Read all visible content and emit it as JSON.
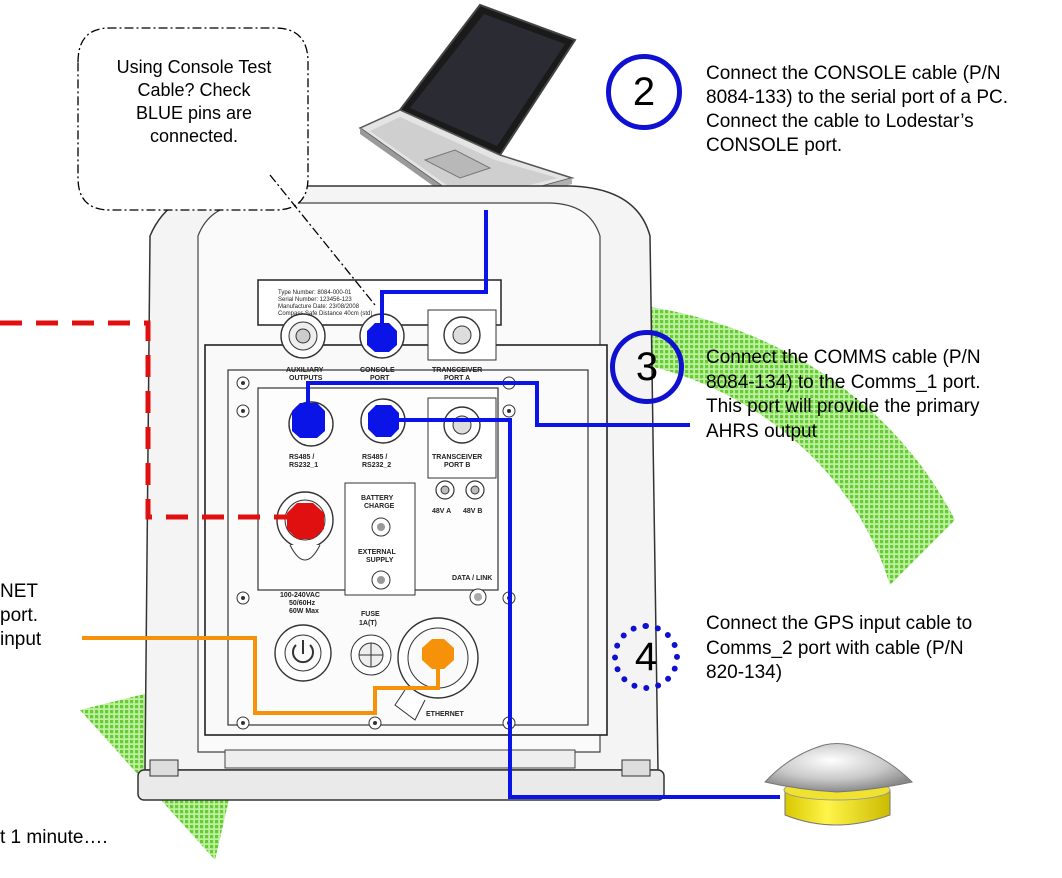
{
  "colors": {
    "arrow_green": "#66cc33",
    "cable_blue": "#0a14e6",
    "cable_red": "#e01010",
    "cable_orange": "#f5920a",
    "sensor_yellow": "#f5e600",
    "step_ring_blue": "#1010d0"
  },
  "callout": {
    "text": "Using Console Test Cable? Check BLUE pins are connected."
  },
  "steps": [
    {
      "number": "2",
      "text": "Connect the CONSOLE cable (P/N 8084-133) to the serial port of a PC. Connect the cable to Lodestar’s CONSOLE port."
    },
    {
      "number": "3",
      "text": "Connect the COMMS cable (P/N 8084-134) to the Comms_1 port.  This port will provide the primary AHRS output"
    },
    {
      "number": "4",
      "text": "Connect the GPS input cable to Comms_2 port with cable (P/N 820-134)"
    }
  ],
  "left_fragments": {
    "ethernet_a": "NET",
    "ethernet_b": "port.",
    "ethernet_c": "input",
    "wait": "t 1 minute…."
  },
  "device": {
    "nameplate": [
      "Type Number: 8084-000-01",
      "Serial Number: 123456-123",
      "Manufacture Date: 23/08/2008",
      "Compass Safe Distance 40cm (std)"
    ],
    "port_labels": {
      "aux_1": "AUXILIARY",
      "aux_2": "OUTPUTS",
      "console_1": "CONSOLE",
      "console_2": "PORT",
      "trx_a_1": "TRANSCEIVER",
      "trx_a_2": "PORT A",
      "rs1_1": "RS485 /",
      "rs1_2": "RS232_1",
      "rs2_1": "RS485 /",
      "rs2_2": "RS232_2",
      "trx_b_1": "TRANSCEIVER",
      "trx_b_2": "PORT B",
      "v48a": "48V A",
      "v48b": "48V B",
      "battery_1": "BATTERY",
      "battery_2": "CHARGE",
      "external_1": "EXTERNAL",
      "external_2": "SUPPLY",
      "data_link": "DATA / LINK",
      "mains_1": "100-240VAC",
      "mains_2": "50/60Hz",
      "mains_3": "60W Max",
      "fuse_1": "FUSE",
      "fuse_2": "1A(T)",
      "ethernet": "ETHERNET"
    }
  }
}
